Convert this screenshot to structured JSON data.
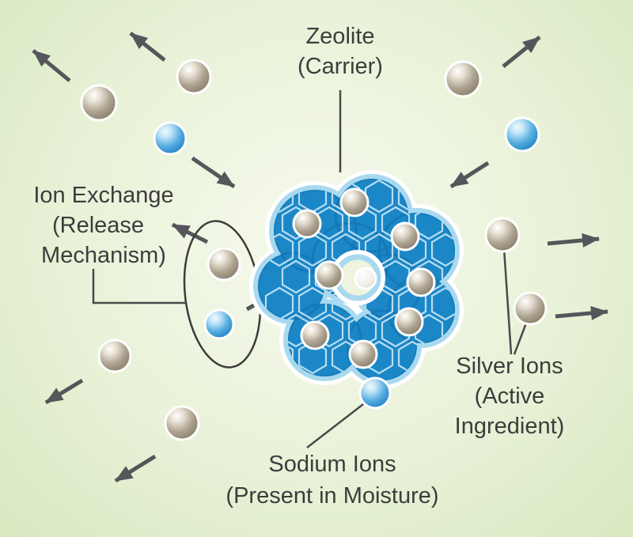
{
  "labels": {
    "zeolite": [
      "Zeolite",
      "(Carrier)"
    ],
    "ion_exchange": [
      "Ion Exchange",
      "(Release",
      "Mechanism)"
    ],
    "silver_ions": [
      "Silver Ions",
      "(Active",
      "Ingredient)"
    ],
    "sodium_ions": [
      "Sodium Ions",
      "(Present in Moisture)"
    ]
  },
  "colors": {
    "background_center": "#f6f9ee",
    "background_edge": "#d7e8c0",
    "zeolite_fill": "#1b87c7",
    "zeolite_outline_light_blue": "#a9d9ef",
    "zeolite_outline_white": "#ffffff",
    "zeolite_cage_lines": "#c9e7f7",
    "silver_ion_sphere": "#8d8272",
    "sodium_ion_sphere": "#2e9ad9",
    "arrow": "#55565a",
    "text": "#3d3d3d"
  }
}
